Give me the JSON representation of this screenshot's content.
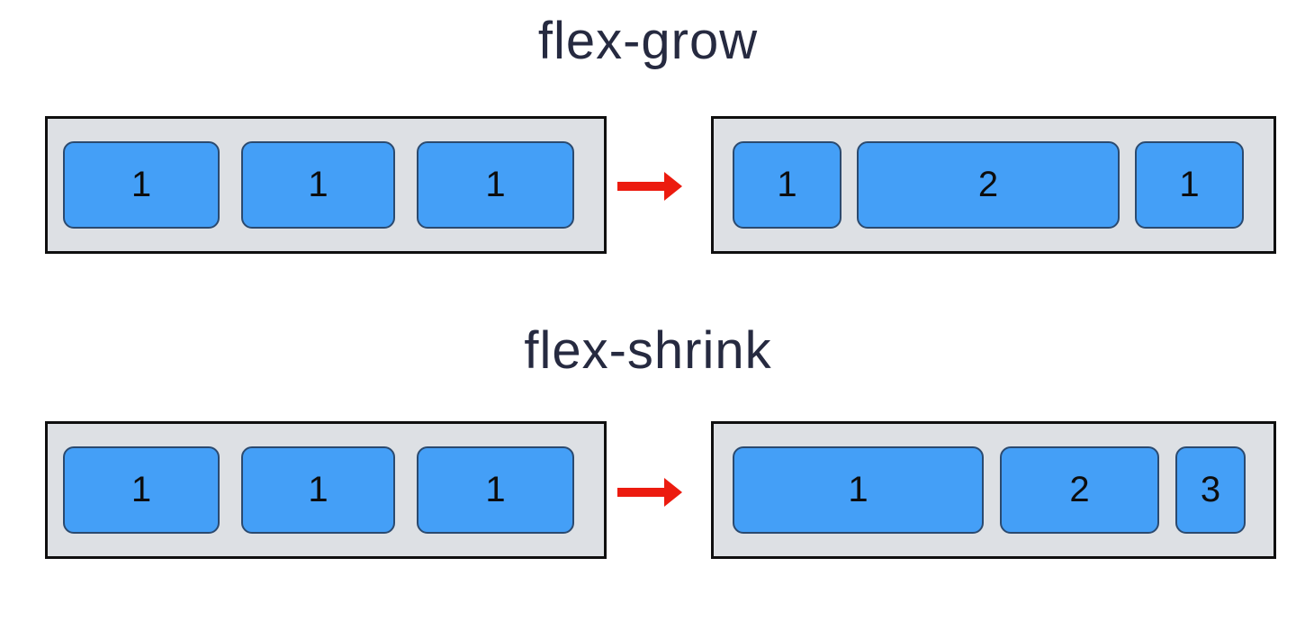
{
  "colors": {
    "title_text": "#262a40",
    "container_bg": "#dde0e4",
    "container_border": "#0f0f0f",
    "box_bg": "#449ff7",
    "box_border": "#2b4a6f",
    "number_text": "#0d0d0d",
    "arrow": "#ec1b0f"
  },
  "sections": [
    {
      "title": "flex-grow",
      "arrow_icon": "right-arrow",
      "before": {
        "boxes": [
          {
            "label": "1"
          },
          {
            "label": "1"
          },
          {
            "label": "1"
          }
        ]
      },
      "after": {
        "boxes": [
          {
            "label": "1"
          },
          {
            "label": "2"
          },
          {
            "label": "1"
          }
        ]
      }
    },
    {
      "title": "flex-shrink",
      "arrow_icon": "right-arrow",
      "before": {
        "boxes": [
          {
            "label": "1"
          },
          {
            "label": "1"
          },
          {
            "label": "1"
          }
        ]
      },
      "after": {
        "boxes": [
          {
            "label": "1"
          },
          {
            "label": "2"
          },
          {
            "label": "3"
          }
        ]
      }
    }
  ]
}
